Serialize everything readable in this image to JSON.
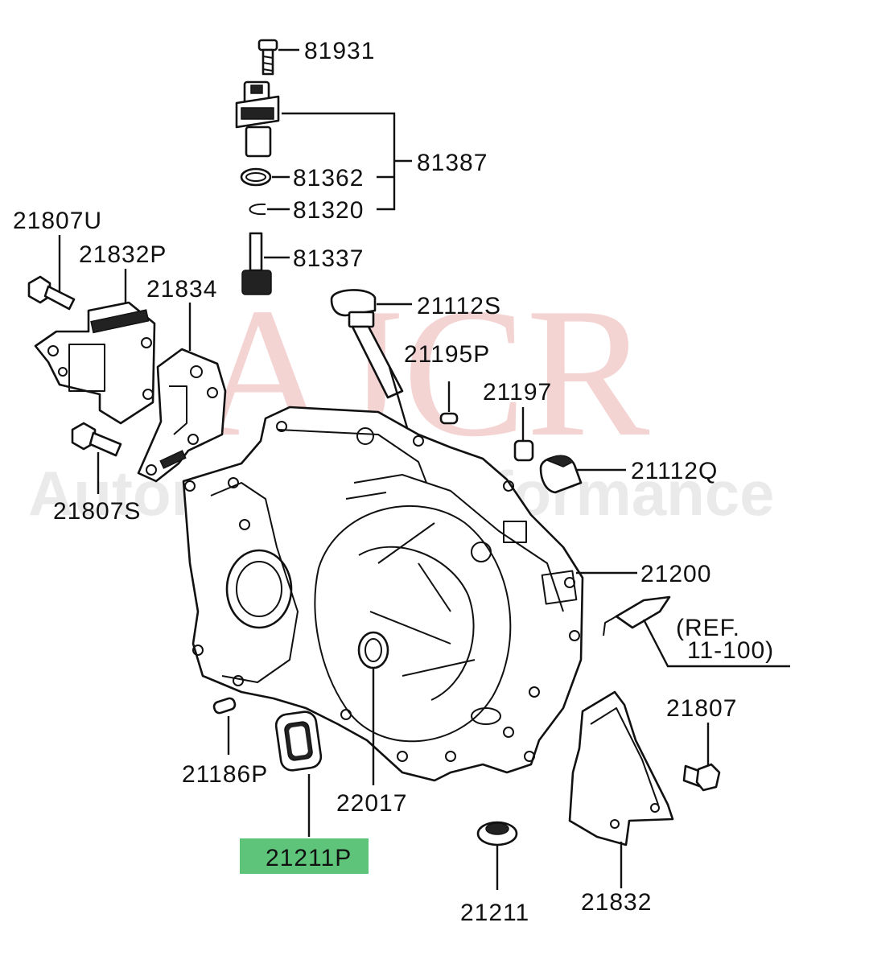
{
  "watermark": {
    "brand": "AJCR",
    "tagline": "Automotive Performance"
  },
  "colors": {
    "highlight": "#5dc47a",
    "watermark_brand": "#e8a0a0",
    "line": "#111111"
  },
  "labels": {
    "p81931": "81931",
    "p81387": "81387",
    "p81362": "81362",
    "p81320": "81320",
    "p81337": "81337",
    "p21807U": "21807U",
    "p21832P": "21832P",
    "p21834": "21834",
    "p21112S": "21112S",
    "p21195P": "21195P",
    "p21197": "21197",
    "p21112Q": "21112Q",
    "p21807S": "21807S",
    "p21200": "21200",
    "ref_line1": "(REF.",
    "ref_line2": "11-100)",
    "p21807": "21807",
    "p21186P": "21186P",
    "p22017": "22017",
    "p21211P": "21211P",
    "p21211": "21211",
    "p21832": "21832"
  },
  "highlighted_part": "21211P"
}
